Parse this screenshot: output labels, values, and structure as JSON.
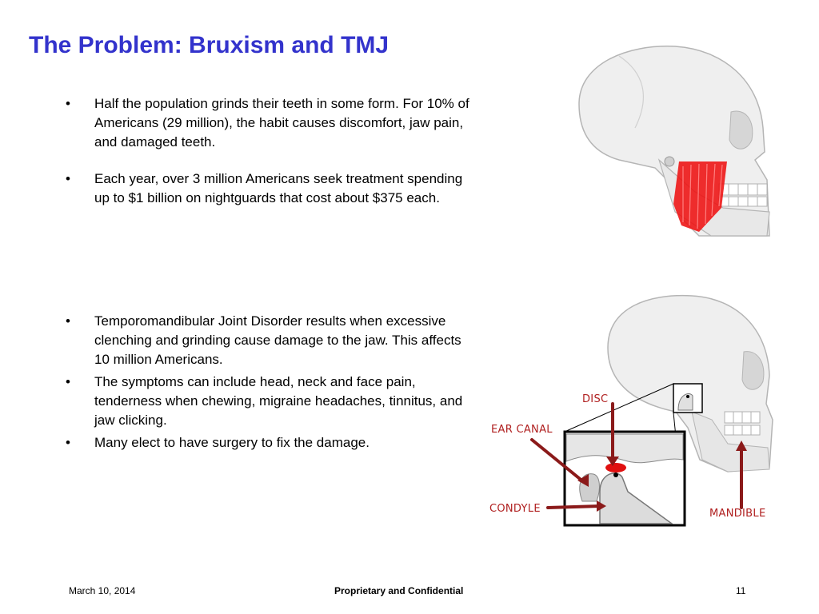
{
  "slide": {
    "title": "The Problem: Bruxism and TMJ",
    "bullets_top": [
      "Half the population grinds their teeth in some form. For 10% of Americans (29 million), the habit causes discomfort, jaw pain, and damaged teeth.",
      "Each year, over 3 million Americans seek treatment spending up to $1 billion on nightguards that cost about $375 each."
    ],
    "bullets_bottom": [
      "Temporomandibular Joint Disorder results when excessive clenching and grinding cause damage to the jaw. This affects 10 million Americans.",
      "The symptoms can include head, neck and face pain, tenderness when chewing, migraine headaches, tinnitus, and jaw clicking.",
      "Many elect to have surgery to fix the damage."
    ]
  },
  "diagram": {
    "labels": {
      "disc": "DISC",
      "ear_canal": "EAR CANAL",
      "condyle": "CONDYLE",
      "mandible": "MANDIBLE"
    }
  },
  "footer": {
    "date": "March 10, 2014",
    "center": "Proprietary and Confidential",
    "page": "11"
  },
  "colors": {
    "title": "#3333cc",
    "muscle": "#ee1111",
    "label": "#b02020",
    "arrow": "#8b1a1a"
  }
}
